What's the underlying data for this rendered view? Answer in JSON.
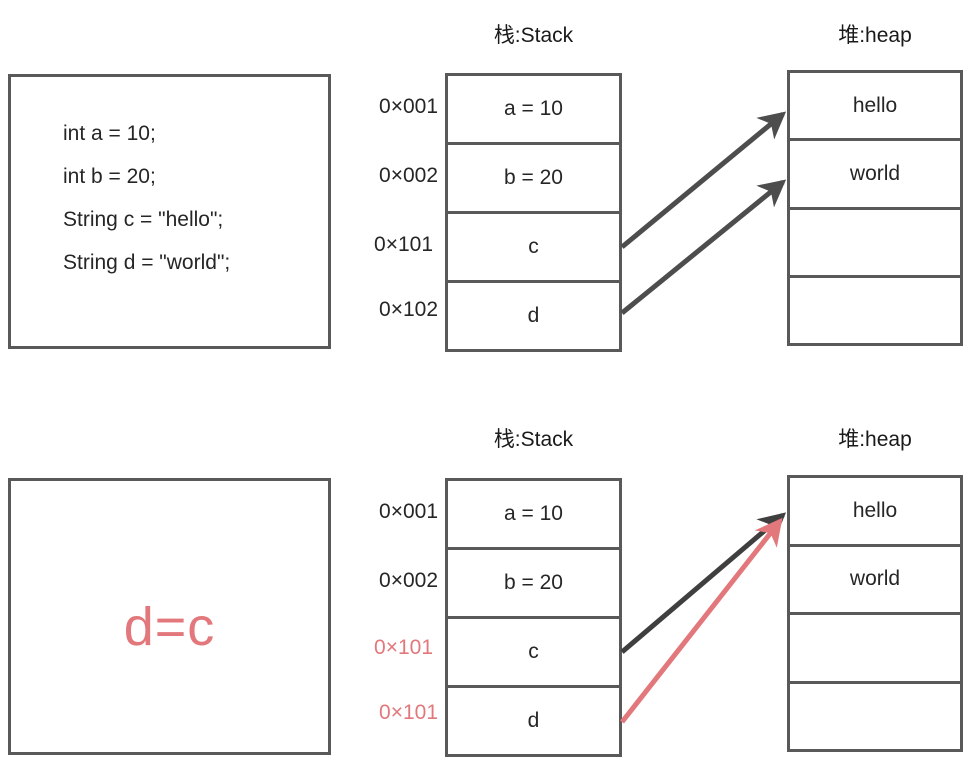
{
  "diagram": {
    "title_semantic": "java-string-reference-assignment-stack-heap-diagram",
    "colors": {
      "border": "#595959",
      "text": "#262626",
      "accent_red": "#e2787c",
      "arrow_dark": "#4d4d4d",
      "background": "#ffffff"
    }
  },
  "panels": {
    "stack_title": "栈:Stack",
    "heap_title": "堆:heap"
  },
  "top": {
    "code": {
      "lines": [
        "int a = 10;",
        "int b = 20;",
        "String c = \"hello\";",
        "String d = \"world\";"
      ]
    },
    "stack": {
      "addresses": [
        "0×001",
        "0×002",
        "0×101",
        "0×102"
      ],
      "address_colors": [
        "#262626",
        "#262626",
        "#262626",
        "#262626"
      ],
      "rows": [
        "a = 10",
        "b = 20",
        "c",
        "d"
      ]
    },
    "heap": {
      "rows": [
        "hello",
        "world",
        "",
        ""
      ]
    },
    "arrows": [
      {
        "name": "c-to-hello",
        "from": "stack-row-c",
        "to": "heap-row-hello",
        "color": "#4d4d4d"
      },
      {
        "name": "d-to-world",
        "from": "stack-row-d",
        "to": "heap-row-world",
        "color": "#4d4d4d"
      }
    ]
  },
  "bottom": {
    "caption": "d=c",
    "stack": {
      "addresses": [
        "0×001",
        "0×002",
        "0×101",
        "0×101"
      ],
      "address_colors": [
        "#262626",
        "#262626",
        "#e2787c",
        "#e2787c"
      ],
      "rows": [
        "a = 10",
        "b = 20",
        "c",
        "d"
      ]
    },
    "heap": {
      "rows": [
        "hello",
        "world",
        "",
        ""
      ]
    },
    "arrows": [
      {
        "name": "c-to-hello",
        "from": "stack-row-c",
        "to": "heap-row-hello",
        "color": "#4d4d4d"
      },
      {
        "name": "d-to-hello",
        "from": "stack-row-d",
        "to": "heap-row-hello",
        "color": "#e2787c"
      }
    ]
  }
}
